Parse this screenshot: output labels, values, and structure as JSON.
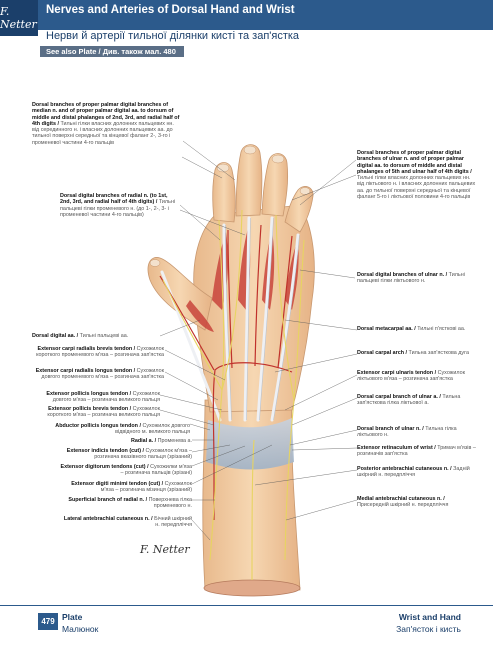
{
  "header": {
    "logo_text": "F. Netter",
    "title": "Nerves and Arteries of Dorsal Hand and Wrist",
    "subtitle": "Нерви й артерії тильної ділянки кисті та зап'ястка",
    "see_also": "See also Plate / Див. також мал. 480"
  },
  "labels": {
    "dorsal_prop_palmar_median": {
      "en": "Dorsal branches of proper palmar digital branches of median n. and of proper palmar digital aa. to dorsum of middle and distal phalanges of 2nd, 3rd, and radial half of 4th digits /",
      "ua": "Тильні гілки власних долонних пальцевих нн. від серединного н. і власних долонних пальцевих аа. до тильної поверхні середньої та кінцевої фаланг 2-, 3-го і променевої частини 4-го пальців"
    },
    "dorsal_prop_palmar_ulnar": {
      "en": "Dorsal branches of proper palmar digital branches of ulnar n. and of proper palmar digital aa. to dorsum of middle and distal phalanges of 5th and ulnar half of 4th digits /",
      "ua": "Тильні гілки власних долонних пальцевих нн. від ліктьового н. і власних долонних пальцевих аа. до тильної поверхні середньої та кінцевої фаланг 5-го і ліктьової половини 4-го пальців"
    },
    "dorsal_digital_radial": {
      "en": "Dorsal digital branches of radial n. (to 1st, 2nd, 3rd, and radial half of 4th digits) /",
      "ua": "Тильні пальцеві гілки променевого н. (до 1-, 2-, 3- і променевої частини 4-го пальців)"
    },
    "dorsal_digital_ulnar": {
      "en": "Dorsal digital branches of ulnar n. /",
      "ua": "Тильні пальцеві гілки ліктьового н."
    },
    "dorsal_digital_aa": {
      "en": "Dorsal digital aa. /",
      "ua": "Тильні пальцеві аа."
    },
    "dorsal_metacarpal": {
      "en": "Dorsal metacarpal aa. /",
      "ua": "Тильні п'ясткові аа."
    },
    "ecr_brevis": {
      "en": "Extensor carpi radialis brevis tendon /",
      "ua": "Сухожилок короткого променевого м'яза – розгинача зап'ястка"
    },
    "dorsal_carpal_arch": {
      "en": "Dorsal carpal arch /",
      "ua": "Тильна зап'ясткова дуга"
    },
    "ecr_longus": {
      "en": "Extensor carpi radialis longus tendon /",
      "ua": "Сухожилок довгого променевого м'яза – розгинача зап'ястка"
    },
    "ecu": {
      "en": "Extensor carpi ulnaris tendon /",
      "ua": "Сухожилок ліктьового м'яза – розгинача зап'ястка"
    },
    "epl": {
      "en": "Extensor pollicis longus tendon /",
      "ua": "Сухожилок довгого м'яза – розгинача великого пальця"
    },
    "dorsal_carpal_ulnar": {
      "en": "Dorsal carpal branch of ulnar a. /",
      "ua": "Тильна зап'ясткова гілка ліктьової а."
    },
    "epb": {
      "en": "Extensor pollicis brevis tendon /",
      "ua": "Сухожилок короткого м'яза – розгинача великого пальця"
    },
    "dorsal_branch_ulnar": {
      "en": "Dorsal branch of ulnar n. /",
      "ua": "Тильна гілка ліктьового н."
    },
    "apl": {
      "en": "Abductor pollicis longus tendon /",
      "ua": "Сухожилок довгого відвідного м. великого пальця"
    },
    "radial_a": {
      "en": "Radial a. /",
      "ua": "Променева а."
    },
    "ext_retinaculum": {
      "en": "Extensor retinaculum of wrist /",
      "ua": "Тримач м'язів – розгиначів зап'ястка"
    },
    "eip": {
      "en": "Extensor indicis tendon (cut) /",
      "ua": "Сухожилок м'яза – розгинача вказівного пальця (зрізаний)"
    },
    "ed": {
      "en": "Extensor digitorum tendons (cut) /",
      "ua": "Сухожилки м'яза – розгинача пальців (зрізані)"
    },
    "post_antebrachial": {
      "en": "Posterior antebrachial cutaneous n. /",
      "ua": "Задній шкірний н. передпліччя"
    },
    "edm": {
      "en": "Extensor digiti minimi tendon (cut) /",
      "ua": "Сухожилок м'яза – розгинача мізинця (зрізаний)"
    },
    "superficial_radial": {
      "en": "Superficial branch of radial n. /",
      "ua": "Поверхнева гілка променевого н."
    },
    "medial_antebrachial": {
      "en": "Medial antebrachial cutaneous n. /",
      "ua": "Присередній шкірний н. передпліччя"
    },
    "lateral_antebrachial": {
      "en": "Lateral antebrachial cutaneous n. /",
      "ua": "Бічний шкірний н. передпліччя"
    }
  },
  "signature": "F. Netter",
  "footer": {
    "page_number": "479",
    "left_en": "Plate",
    "left_ua": "Малюнок",
    "right_en": "Wrist and Hand",
    "right_ua": "Зап'ясток і кисть"
  },
  "colors": {
    "header_blue": "#2c5a8c",
    "skin": "#f3cfa6",
    "muscle_red": "#c9453c",
    "nerve_yellow": "#efe08a",
    "tendon_grey": "#dfe3ea"
  }
}
